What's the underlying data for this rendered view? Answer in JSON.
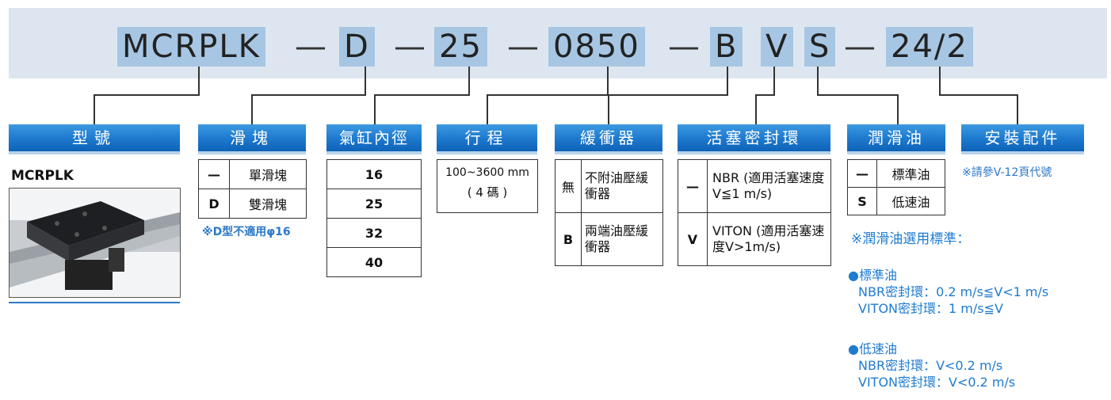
{
  "code": {
    "model": "MCRPLK",
    "slider": "D",
    "bore": "25",
    "stroke": "0850",
    "buffer": "B",
    "seal": "V",
    "lube": "S",
    "accessory": "24/2",
    "dash": "—"
  },
  "headers": {
    "model": "型號",
    "slider": "滑塊",
    "bore": "氣缸內徑",
    "stroke": "行程",
    "buffer": "緩衝器",
    "seal": "活塞密封環",
    "lube": "潤滑油",
    "accessory": "安裝配件"
  },
  "model_label": "MCRPLK",
  "slider_rows": [
    {
      "k": "—",
      "v": "單滑塊"
    },
    {
      "k": "D",
      "v": "雙滑塊"
    }
  ],
  "slider_note": "※D型不適用φ16",
  "bore_values": [
    "16",
    "25",
    "32",
    "40"
  ],
  "stroke": {
    "range": "100~3600 mm",
    "digits": "( 4 碼 )"
  },
  "buffer_rows": [
    {
      "k": "無",
      "v": "不附油壓緩衝器"
    },
    {
      "k": "B",
      "v": "兩端油壓緩衝器"
    }
  ],
  "seal_rows": [
    {
      "k": "—",
      "v": "NBR (適用活塞速度V≦1 m/s)"
    },
    {
      "k": "V",
      "v": "VITON (適用活塞速度V>1m/s)"
    }
  ],
  "lube_rows": [
    {
      "k": "—",
      "v": "標準油"
    },
    {
      "k": "S",
      "v": "低速油"
    }
  ],
  "accessory_note": "※請參V-12頁代號",
  "lube_guide": {
    "title": "※潤滑油選用標準：",
    "standard": {
      "name": "●標準油",
      "l1": "NBR密封環：0.2 m/s≦V<1 m/s",
      "l2": "VITON密封環：1 m/s≦V"
    },
    "low": {
      "name": "●低速油",
      "l1": "NBR密封環：V<0.2 m/s",
      "l2": "VITON密封環：V<0.2 m/s"
    }
  }
}
